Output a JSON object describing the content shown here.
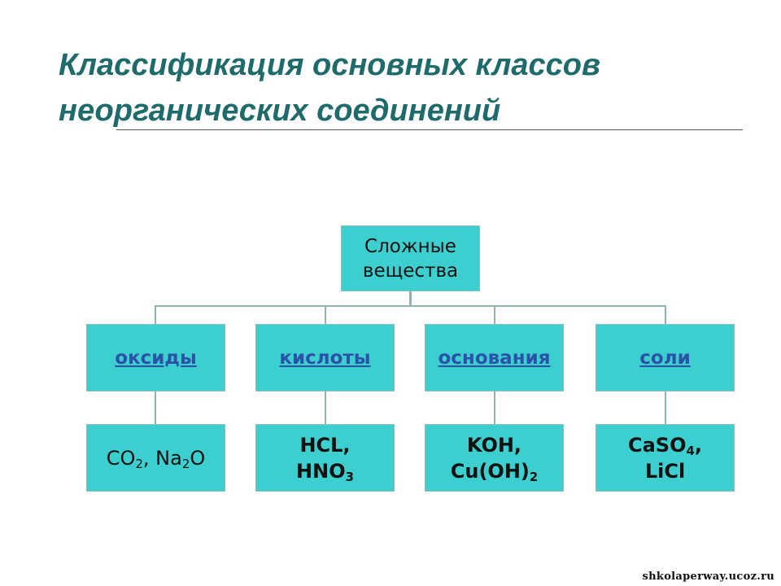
{
  "title": {
    "line1": "Классификация основных классов",
    "line2": "неорганических соединений"
  },
  "diagram": {
    "root": {
      "label": "Сложные\nвещества"
    },
    "categories": [
      {
        "label": "оксиды"
      },
      {
        "label": "кислоты"
      },
      {
        "label": "основания"
      },
      {
        "label": "соли"
      }
    ],
    "examples": [
      {
        "parts": [
          "CO",
          "2",
          ", Na",
          "2",
          "O"
        ]
      },
      {
        "line1": "HCL,",
        "line2_parts": [
          "HNO",
          "3"
        ]
      },
      {
        "line1": "KOH,",
        "line2_parts": [
          "Cu(OH)",
          "2"
        ]
      },
      {
        "line1_parts": [
          "CaSO",
          "4",
          ","
        ],
        "line2": "LiCl"
      }
    ]
  },
  "colors": {
    "title": "#1f6b6b",
    "box_fill": "#3dcfcf",
    "category_text": "#2a52a8"
  },
  "watermark": "shkolaperway.ucoz.ru"
}
